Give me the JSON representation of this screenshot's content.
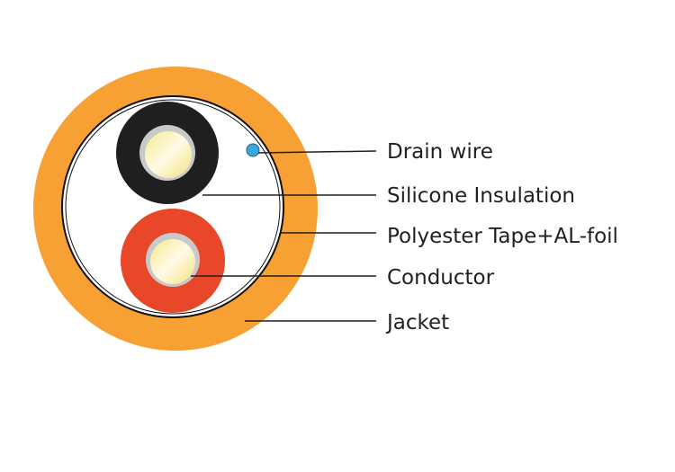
{
  "diagram": {
    "type": "cable cross-section",
    "colors": {
      "jacket": "#f7a033",
      "shield_line": "#111111",
      "fill": "#ffffff",
      "black_insulation": "#1f1f1f",
      "red_insulation": "#e8472a",
      "conductor": "#fbf3b8",
      "conductor_ring": "#c9c9c9",
      "drain_wire": "#3aa7dd",
      "leader": "#231f20"
    },
    "labels": [
      {
        "id": "drain-wire",
        "text": "Drain wire"
      },
      {
        "id": "silicone-insulation",
        "text": "Silicone Insulation"
      },
      {
        "id": "polyester-tape",
        "text": "Polyester Tape+AL-foil"
      },
      {
        "id": "conductor",
        "text": "Conductor"
      },
      {
        "id": "jacket",
        "text": "Jacket"
      }
    ]
  }
}
